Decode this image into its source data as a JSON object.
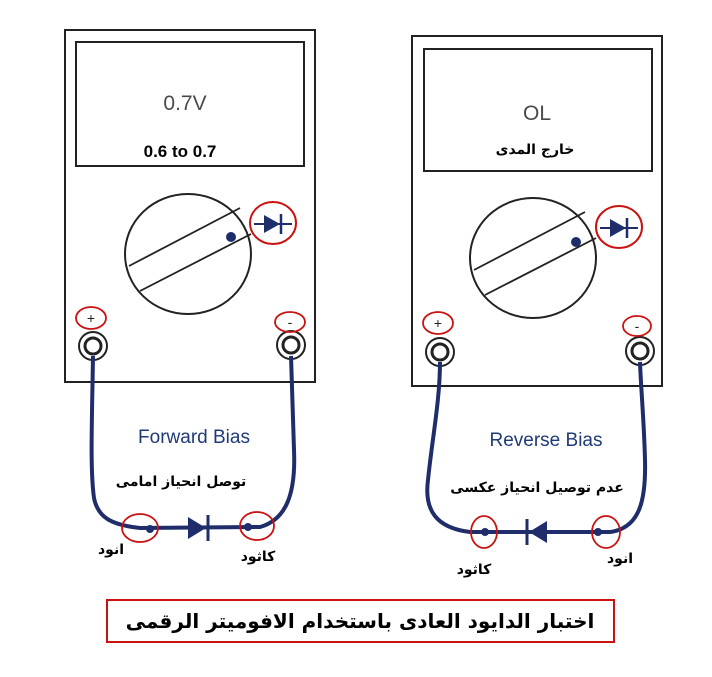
{
  "left_meter": {
    "reading": "0.7V",
    "range_label": "0.6 to 0.7",
    "plus_sign": "+",
    "minus_sign": "-",
    "bias_label": "Forward Bias",
    "arabic_condition": "توصل انحياز امامى",
    "anode_label": "انود",
    "cathode_label": "كاثود"
  },
  "right_meter": {
    "reading": "OL",
    "range_label": "خارج المدى",
    "plus_sign": "+",
    "minus_sign": "-",
    "bias_label": "Reverse Bias",
    "arabic_condition": "عدم توصيل انحياز عكسى",
    "anode_label": "انود",
    "cathode_label": "كاثود"
  },
  "caption": "اختبار الدايود العادى باستخدام الافوميتر الرقمى",
  "colors": {
    "wire": "#1f2d6b",
    "highlight_circle": "#cc1111",
    "diode": "#1f2d6b",
    "outline": "#222222"
  }
}
